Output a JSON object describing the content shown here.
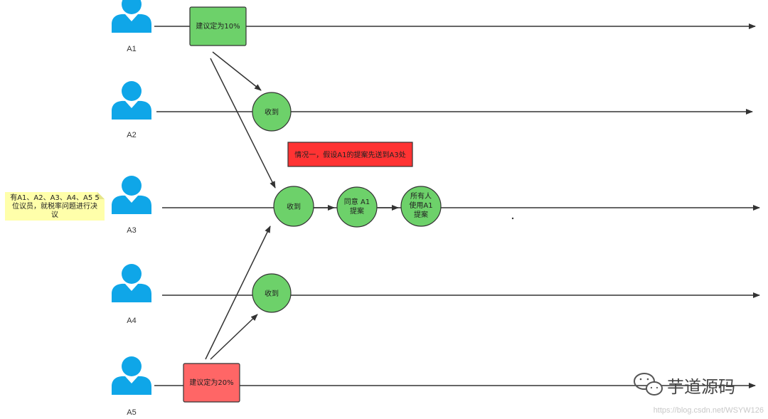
{
  "colors": {
    "actor": "#0fa6e8",
    "green_fill": "#6dd16a",
    "red_box_fill": "#ff6666",
    "case_fill": "#ff3333",
    "note_fill": "#ffffaa",
    "line": "#333333"
  },
  "actors": [
    {
      "id": "a1",
      "label": "A1"
    },
    {
      "id": "a2",
      "label": "A2"
    },
    {
      "id": "a3",
      "label": "A3"
    },
    {
      "id": "a4",
      "label": "A4"
    },
    {
      "id": "a5",
      "label": "A5"
    }
  ],
  "proposals": {
    "a1": {
      "label": "建议定为10%"
    },
    "a5": {
      "label": "建议定为20%"
    }
  },
  "nodes": {
    "a2_receive": {
      "label": "收到"
    },
    "a3_receive": {
      "label": "收到"
    },
    "a3_agree": {
      "lines": [
        "同意 A1",
        "提案"
      ]
    },
    "a3_all_use": {
      "lines": [
        "所有人",
        "使用A1",
        "提案"
      ]
    },
    "a4_receive": {
      "label": "收到"
    }
  },
  "case_box": {
    "label": "情况一，假设A1的提案先送到A3处"
  },
  "note": {
    "lines": [
      "有A1、A2、A3、A4、A5 5",
      "位议员，就税率问题进行决",
      "议"
    ]
  },
  "watermark": {
    "brand": "芋道源码",
    "url": "https://blog.csdn.net/WSYW126"
  }
}
